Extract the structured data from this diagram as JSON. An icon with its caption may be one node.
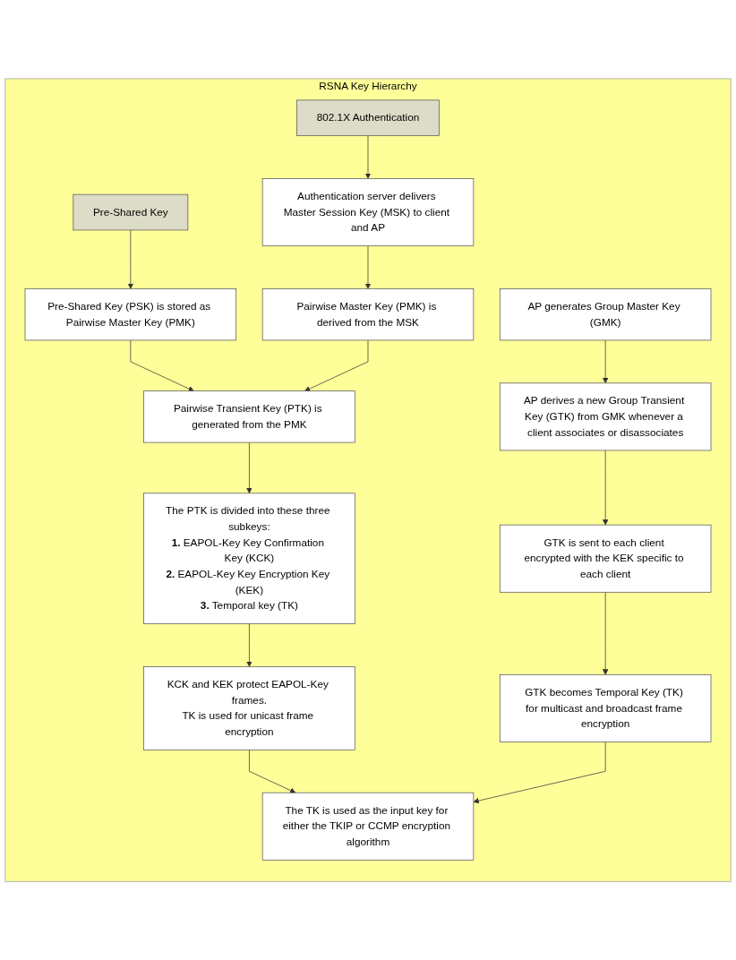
{
  "diagram": {
    "nodes": [
      {
        "text": [
          "RSNA Key Hierarchy"
        ]
      },
      {
        "text": [
          "Pre-Shared Key"
        ],
        "in": 0
      },
      {
        "text": [
          "802.1X Authentication"
        ],
        "in": 0
      },
      {
        "text": [
          "Authentication server delivers Master Session Key (MSK) to client and AP"
        ],
        "in": 0
      },
      {
        "text": [
          "Pre-Shared Key (PSK) is stored as Pairwise Master Key (PMK)"
        ],
        "in": 0
      },
      {
        "text": [
          "Pairwise Master Key (PMK) is derived from the MSK"
        ],
        "in": 0
      },
      {
        "text": [
          "Pairwise Transient Key (PTK) is generated from the PMK"
        ],
        "in": 0
      },
      {
        "text": [
          "AP generates Group Master Key (GMK)"
        ],
        "in": 0
      },
      {
        "text": [
          "The PTK is divided into these three subkeys:",
          "**1.** EAPOL-Key Key Confirmation Key (KCK)",
          "**2.** EAPOL-Key Key Encryption Key (KEK)",
          "**3.** Temporal key (TK)"
        ],
        "in": 0
      },
      {
        "text": [
          "AP derives a new Group Transient Key (GTK) from GMK whenever a client associates or disassociates"
        ],
        "in": 0
      },
      {
        "text": [
          "GTK is sent to each client encrypted with the KEK specific to each client"
        ],
        "in": 0
      },
      {
        "text": [
          "KCK and KEK protect EAPOL-Key frames.",
          "TK is used for unicast frame encryption"
        ],
        "in": 0
      },
      {
        "text": [
          "GTK becomes Temporal Key (TK) for multicast and broadcast frame encryption"
        ],
        "in": 0
      },
      {
        "text": [
          "The TK is used as the input key for either the TKIP or CCMP encryption algorithm"
        ],
        "in": 0
      }
    ],
    "edges": [
      {
        "from": 2,
        "to": 3,
        "arrow": "to"
      },
      {
        "from": 1,
        "to": 4,
        "arrow": "to"
      },
      {
        "from": 3,
        "to": 5,
        "arrow": "to"
      },
      {
        "from": 4,
        "to": 6,
        "arrow": "to"
      },
      {
        "from": 5,
        "to": 6,
        "arrow": "to"
      },
      {
        "from": 6,
        "to": 8,
        "arrow": "to"
      },
      {
        "from": 7,
        "to": 9,
        "arrow": "to"
      },
      {
        "from": 9,
        "to": 10,
        "arrow": "to"
      },
      {
        "from": 8,
        "to": 11,
        "arrow": "to"
      },
      {
        "from": 10,
        "to": 12,
        "arrow": "to"
      },
      {
        "from": 11,
        "to": 13,
        "arrow": "to"
      },
      {
        "from": 12,
        "to": 13,
        "arrow": "to"
      }
    ]
  }
}
